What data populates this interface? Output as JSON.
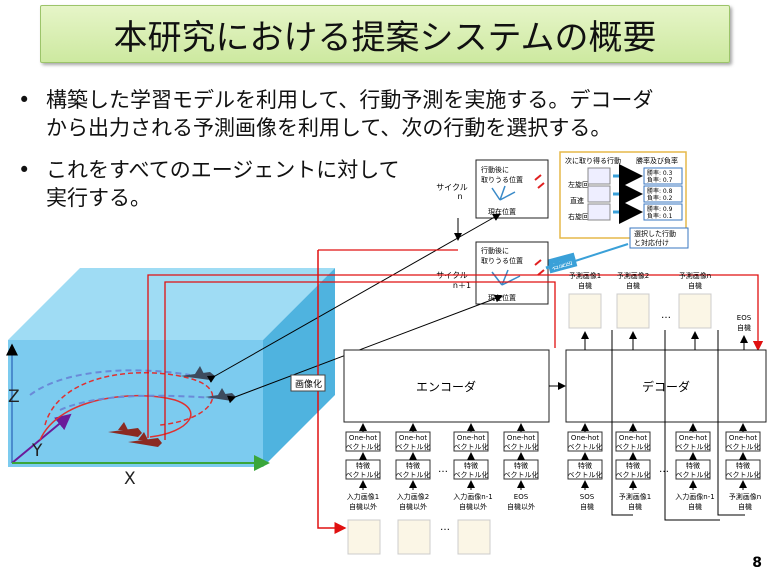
{
  "slide": {
    "title": "本研究における提案システムの概要",
    "bullets": [
      {
        "lines": [
          "構築した学習モデルを利用して、行動予測を実施する。デコーダ",
          "から出力される予測画像を利用して、次の行動を選択する。"
        ]
      },
      {
        "lines": [
          "これをすべてのエージェントに対して",
          "実行する。"
        ]
      }
    ],
    "page_number": "8"
  },
  "diagram": {
    "axes": {
      "z": "Z",
      "y": "Y",
      "x": "X"
    },
    "cycle_n": {
      "label1": "サイクル",
      "label2": "n",
      "box_title1": "行動後に",
      "box_title2": "取りうる位置",
      "current": "現在位置"
    },
    "cycle_n1": {
      "label1": "サイクル",
      "label2": "n＋1",
      "box_title1": "行動後に",
      "box_title2": "取りうる位置",
      "current": "現在位置"
    },
    "action_table": {
      "header_action": "次に取り得る行動",
      "header_prob": "勝率及び負率",
      "rows": [
        {
          "action": "左旋回",
          "win": "勝率: 0.3",
          "lose": "負率: 0.7"
        },
        {
          "action": "直進",
          "win": "勝率: 0.8",
          "lose": "負率: 0.2"
        },
        {
          "action": "右旋回",
          "win": "勝率: 0.9",
          "lose": "負率: 0.1"
        }
      ]
    },
    "selected_note1": "選択した行動",
    "selected_note2": "と対応付け",
    "selected_action": "右旋回",
    "image_label": "画像化",
    "encoder": "エンコーダ",
    "decoder": "デコーダ",
    "pred_outputs": [
      {
        "l1": "予測画像1",
        "l2": "自機"
      },
      {
        "l1": "予測画像2",
        "l2": "自機"
      },
      {
        "l1": "予測画像n",
        "l2": "自機"
      },
      {
        "l1": "EOS",
        "l2": "自機"
      }
    ],
    "onehot1": "One-hot",
    "onehot2": "ベクトル化",
    "feat1": "特徴",
    "feat2": "ベクトル化",
    "enc_inputs": [
      {
        "l1": "入力画像1",
        "l2": "自機以外"
      },
      {
        "l1": "入力画像2",
        "l2": "自機以外"
      },
      {
        "l1": "入力画像n-1",
        "l2": "自機以外"
      },
      {
        "l1": "EOS",
        "l2": "自機以外"
      }
    ],
    "dec_inputs": [
      {
        "l1": "SOS",
        "l2": "自機"
      },
      {
        "l1": "予測画像1",
        "l2": "自機"
      },
      {
        "l1": "入力画像n-1",
        "l2": "自機"
      },
      {
        "l1": "予測画像n",
        "l2": "自機"
      }
    ],
    "ellipsis": "…"
  }
}
